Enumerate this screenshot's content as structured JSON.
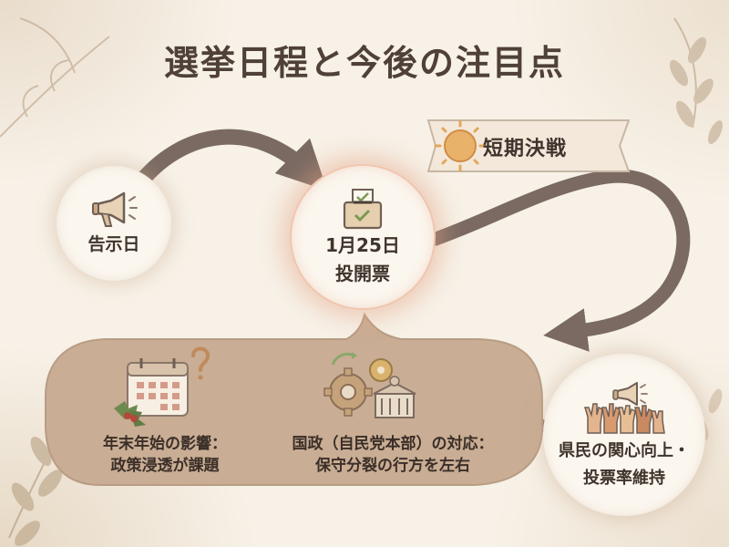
{
  "title": "選挙日程と今後の注目点",
  "banner": {
    "label": "短期決戦",
    "icon": "sun-icon"
  },
  "nodes": {
    "start": {
      "label": "告示日",
      "icon": "megaphone-icon"
    },
    "vote": {
      "line1": "1月25日",
      "line2": "投開票",
      "icon": "ballot-box-icon"
    },
    "turnout": {
      "line1": "県民の関心向上・",
      "line2": "投票率維持",
      "icon": "megaphone-hands-icon"
    }
  },
  "bubble": {
    "left": {
      "line1": "年末年始の影響：",
      "line2": "政策浸透が課題",
      "icon": "calendar-holly-icon"
    },
    "right": {
      "line1": "国政（自民党本部）の対応：",
      "line2": "保守分裂の行方を左右",
      "icon": "gears-building-icon"
    }
  },
  "colors": {
    "background": "#f6efe4",
    "arrow": "#7a6a62",
    "bubble": "#c9ad94",
    "banner": "#f3e8da",
    "text": "#3f342d"
  }
}
